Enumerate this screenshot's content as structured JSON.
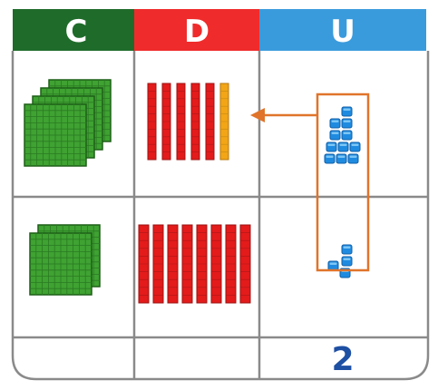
{
  "headers": [
    {
      "label": "C",
      "color": "#1f6b2a"
    },
    {
      "label": "D",
      "color": "#ef2b2b"
    },
    {
      "label": "U",
      "color": "#3a9bdc"
    }
  ],
  "rows": [
    {
      "hundreds": 4,
      "tens": 6,
      "tens_highlighted": 1,
      "units": 11
    },
    {
      "hundreds": 2,
      "tens": 8,
      "units": 4
    }
  ],
  "result": [
    "",
    "",
    "2"
  ],
  "colors": {
    "hundred_block": "#3fa232",
    "ten_rod": "#e31b1b",
    "ten_rod_highlight": "#f2a516",
    "unit_cube": "#1f8be0",
    "group_box": "#e0742a",
    "arrow": "#e0742a",
    "answer_text": "#1d4fa3",
    "grid_line": "#8a8a8a"
  },
  "icons": {
    "hundred": "hundred-flat-block",
    "ten": "ten-rod",
    "unit": "unit-cube",
    "arrow": "left-arrow"
  }
}
